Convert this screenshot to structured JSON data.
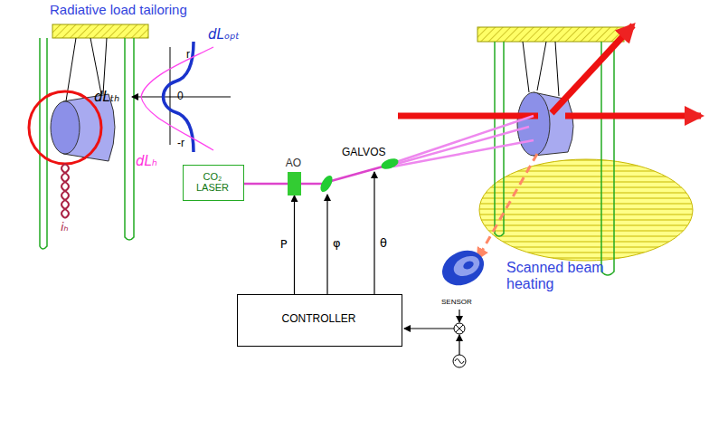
{
  "diagram": {
    "title": "Radiative load tailoring",
    "nodes": [
      {
        "text": [
          "CO₂ LASER"
        ]
      },
      {
        "text": [
          "AO"
        ]
      },
      {
        "text": [
          "CONTROLLER"
        ]
      }
    ],
    "edges": [
      {
        "from": 0,
        "to": 1,
        "arrow": "none"
      },
      {
        "from": 2,
        "to": 1,
        "label": "P",
        "arrow": "to"
      }
    ],
    "labels": [
      "dLₒₚₜ",
      "r",
      "dLₜₕ",
      "0",
      "-r",
      "dLₕ",
      "iₕ",
      "GALVOS",
      "φ",
      "θ",
      "SENSOR",
      "Scanned beam heating"
    ]
  }
}
